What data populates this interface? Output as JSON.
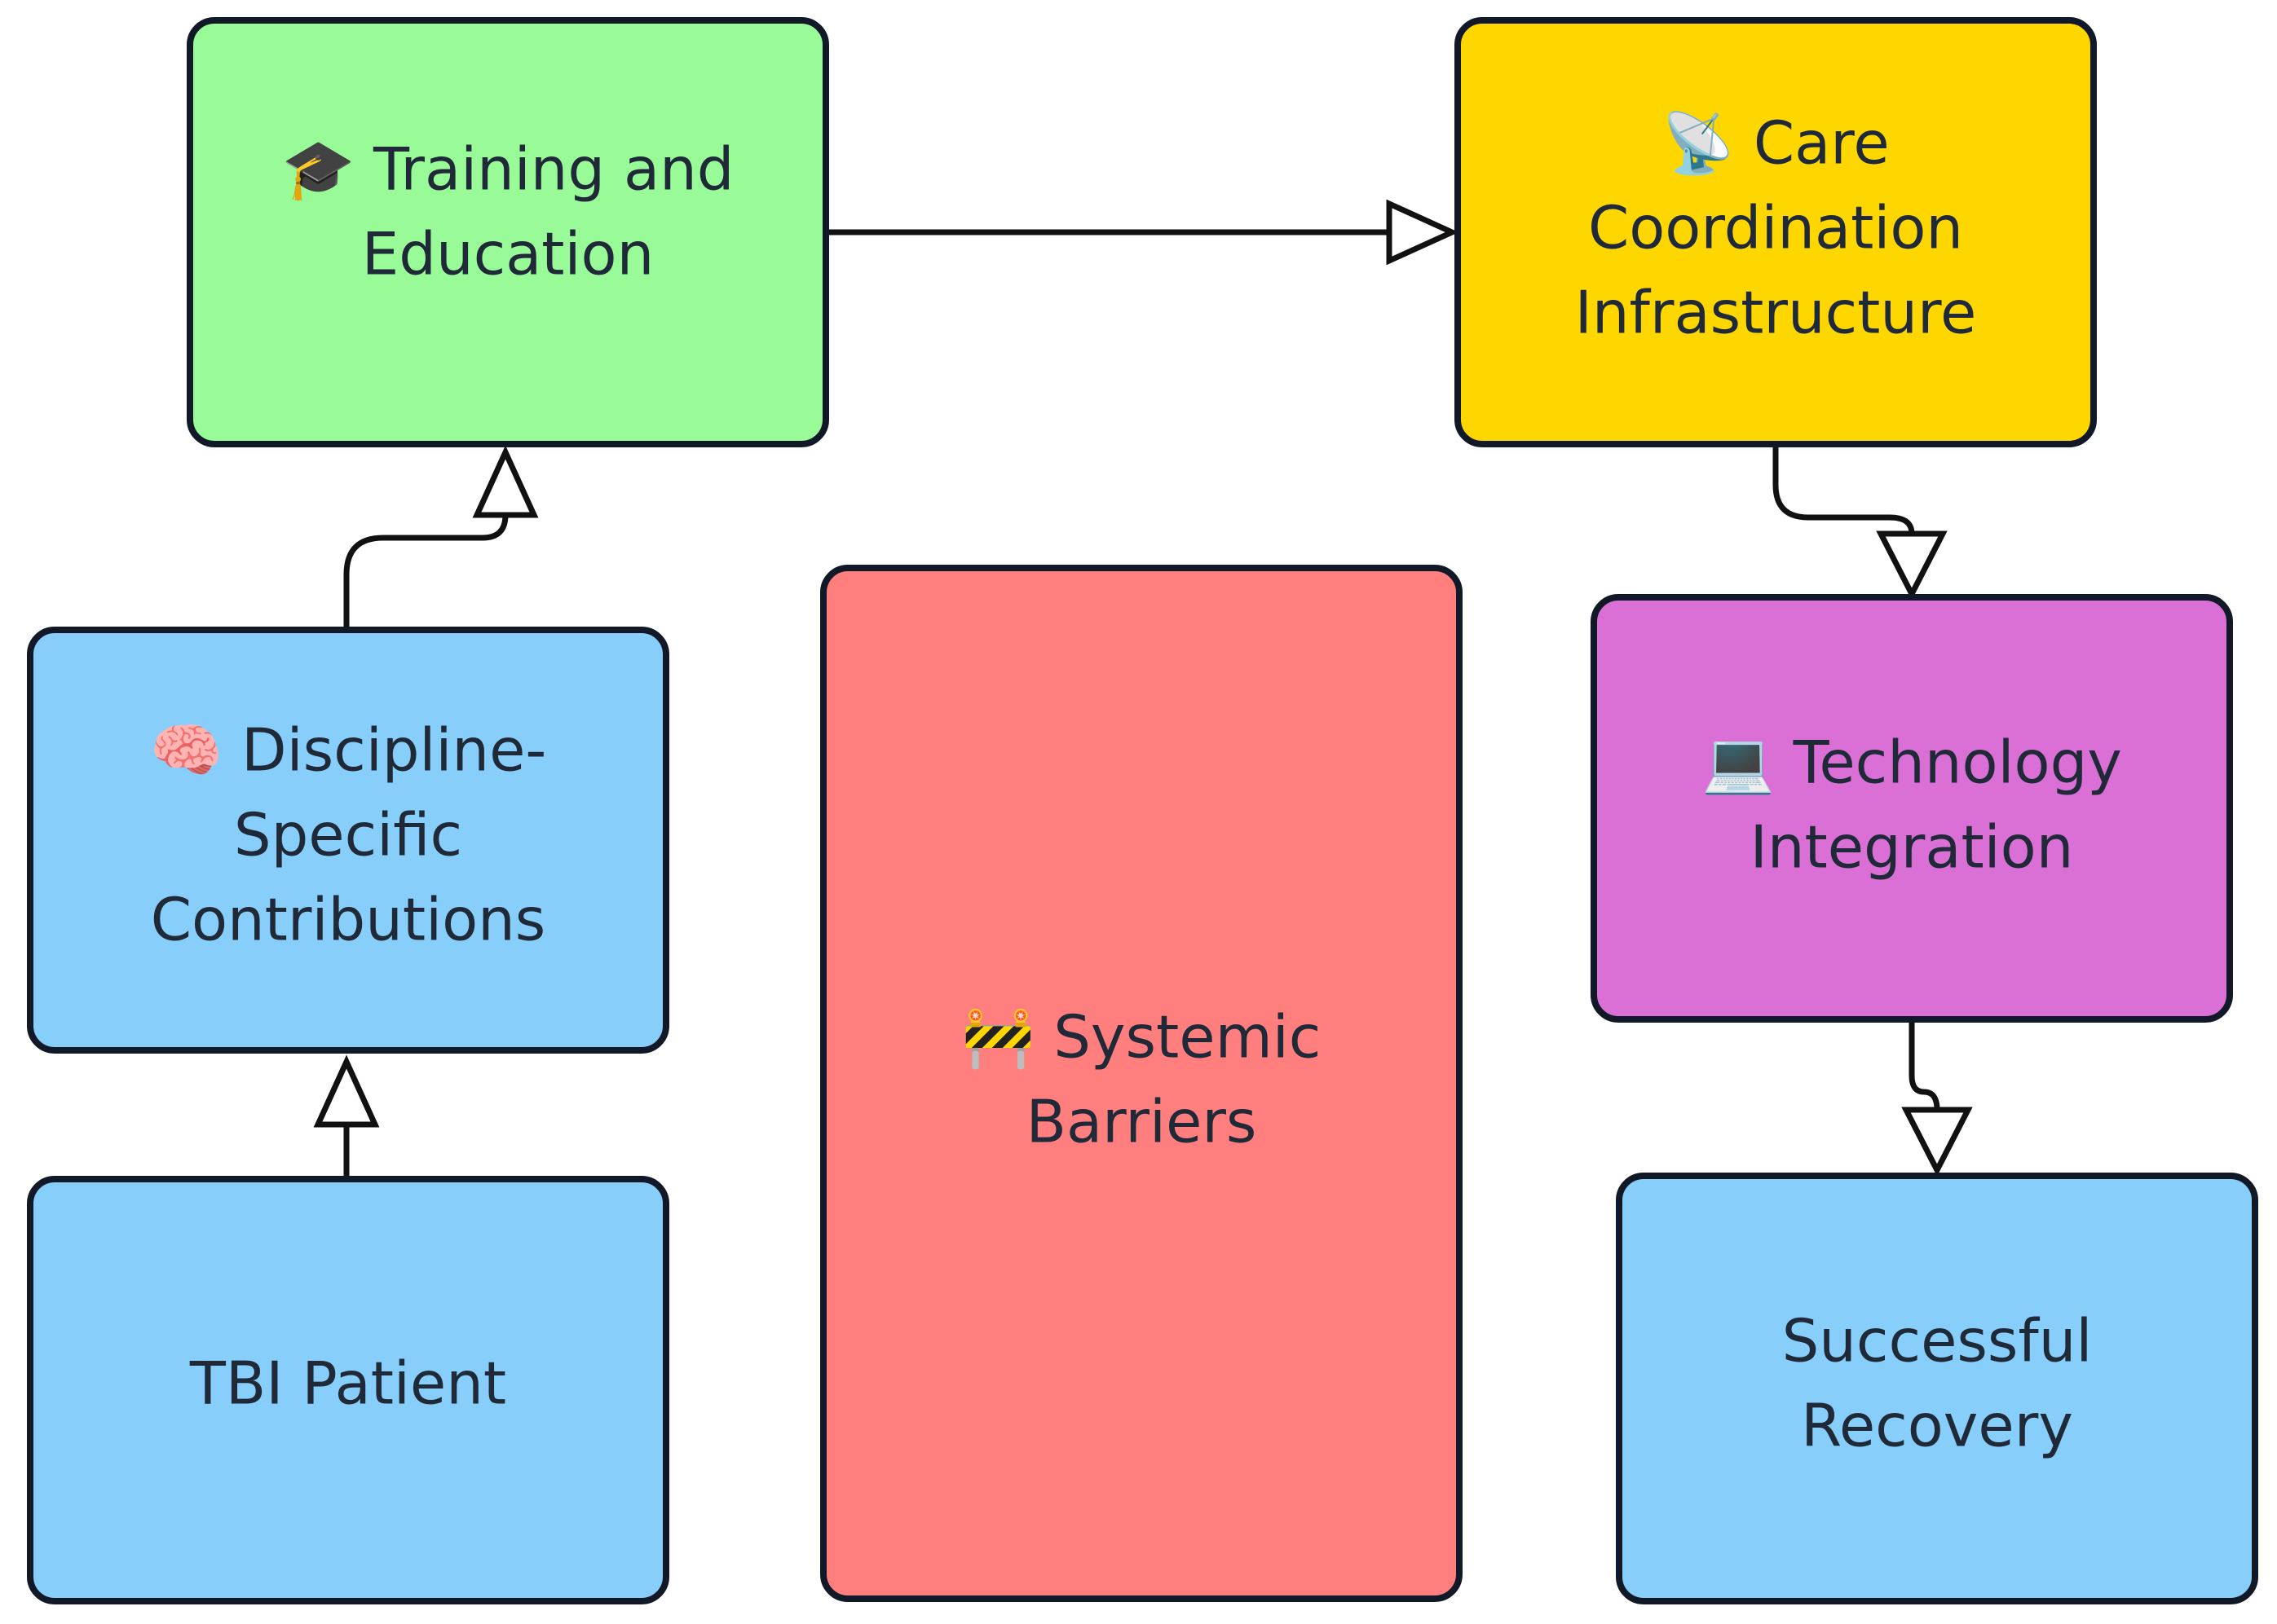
{
  "diagram": {
    "nodes": [
      {
        "id": "training",
        "lines": [
          "🎓 Training and",
          "Education"
        ],
        "color": "#98FB98"
      },
      {
        "id": "care",
        "lines": [
          "📡 Care",
          "Coordination",
          "Infrastructure"
        ],
        "color": "#FFD700"
      },
      {
        "id": "discipline",
        "lines": [
          "🧠 Discipline-",
          "Specific",
          "Contributions"
        ],
        "color": "#87CEFA"
      },
      {
        "id": "barriers",
        "lines": [
          "🚧 Systemic",
          "Barriers"
        ],
        "color": "#FF7F7F"
      },
      {
        "id": "technology",
        "lines": [
          "💻 Technology",
          "Integration"
        ],
        "color": "#DA70D6"
      },
      {
        "id": "patient",
        "lines": [
          "TBI Patient"
        ],
        "color": "#87CEFA"
      },
      {
        "id": "recovery",
        "lines": [
          "Successful",
          "Recovery"
        ],
        "color": "#87CEFA"
      }
    ],
    "edges": [
      {
        "from": "patient",
        "to": "discipline"
      },
      {
        "from": "discipline",
        "to": "training"
      },
      {
        "from": "training",
        "to": "care"
      },
      {
        "from": "care",
        "to": "technology"
      },
      {
        "from": "technology",
        "to": "recovery"
      }
    ]
  }
}
